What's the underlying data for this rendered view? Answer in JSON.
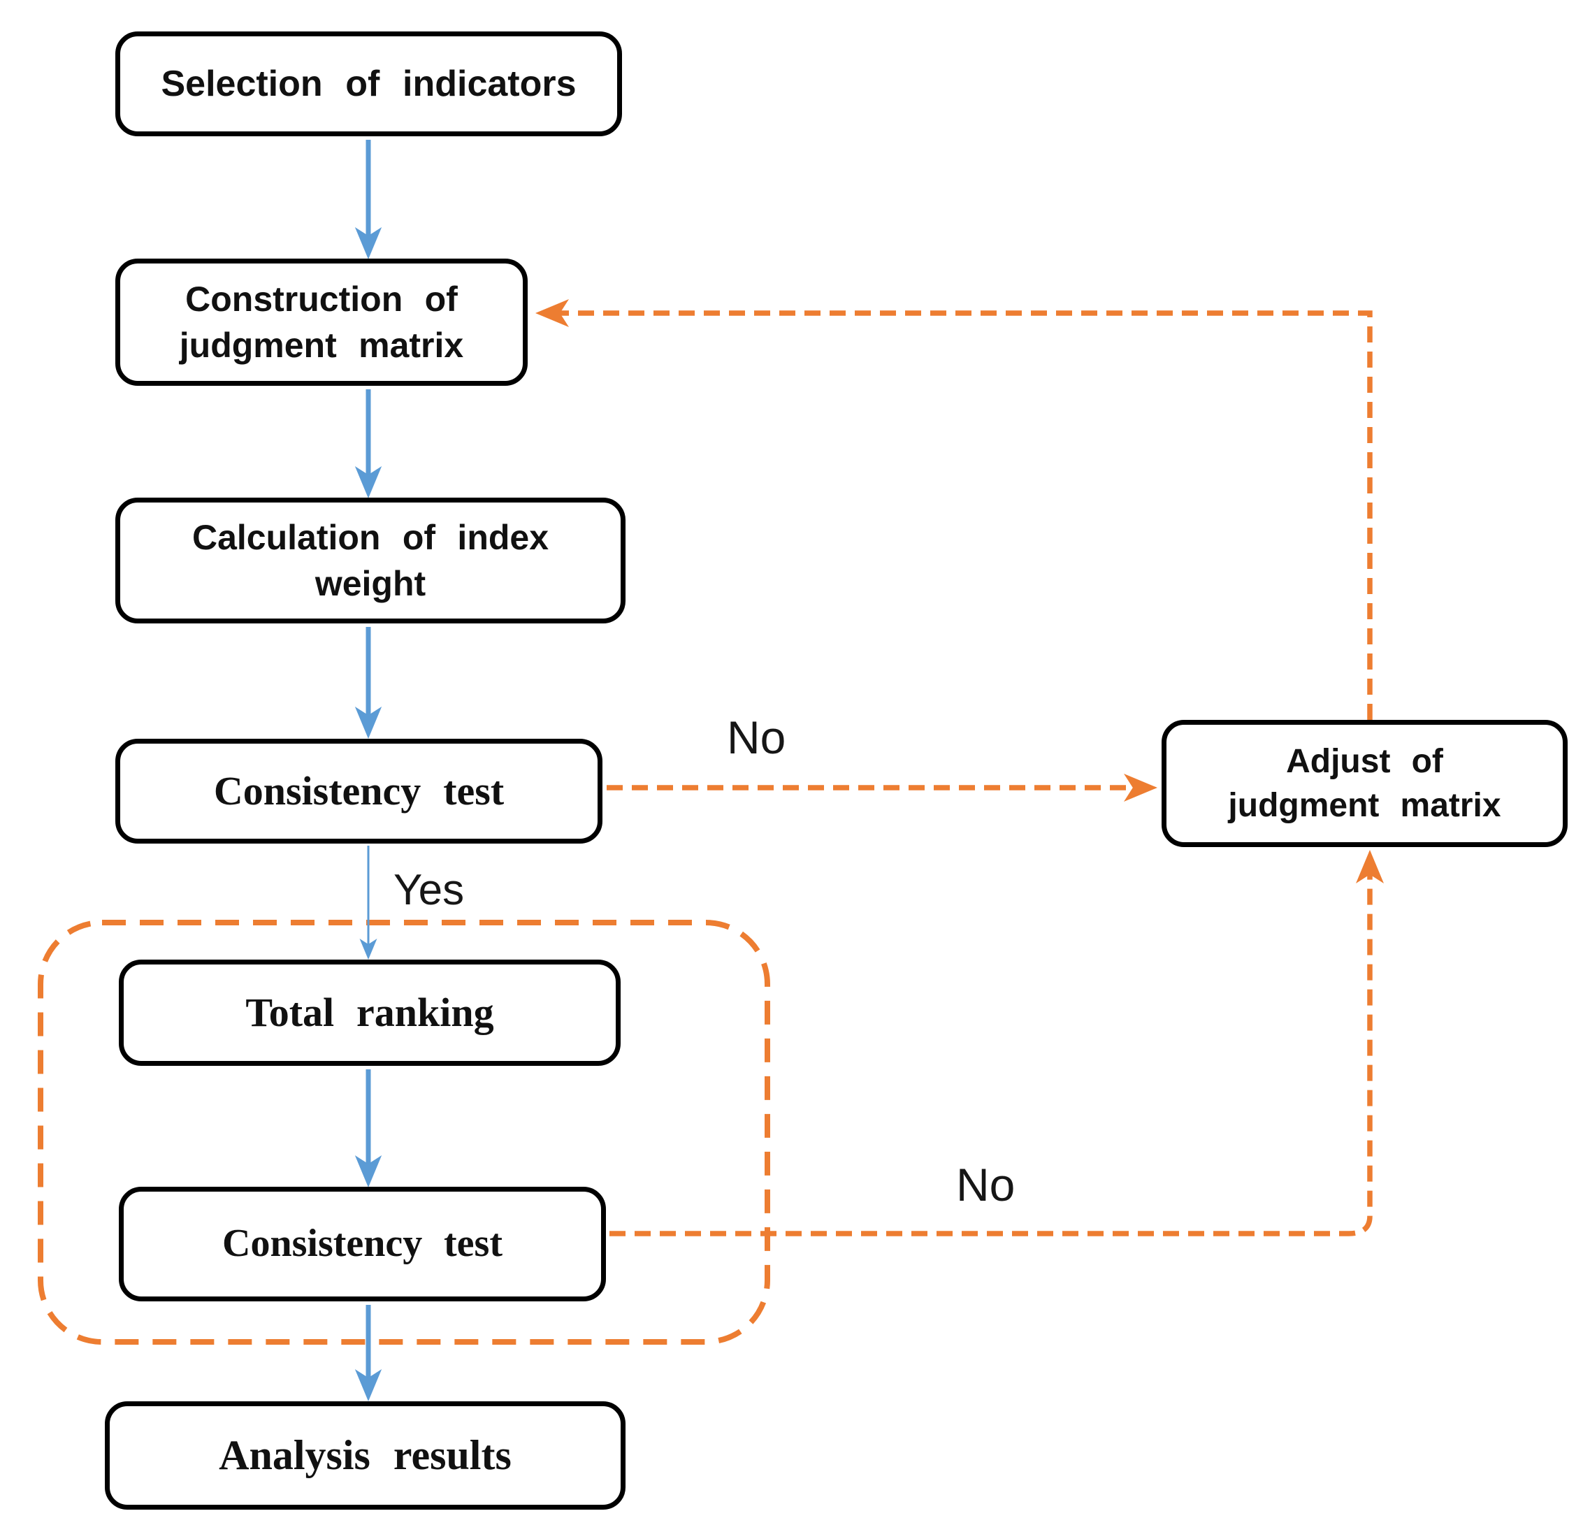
{
  "flowchart": {
    "nodes": {
      "selection": {
        "label": "Selection of indicators"
      },
      "construction": {
        "label": "Construction of\njudgment matrix"
      },
      "calculation": {
        "label": "Calculation of index\nweight"
      },
      "consistency1": {
        "label": "Consistency test"
      },
      "total_ranking": {
        "label": "Total ranking"
      },
      "consistency2": {
        "label": "Consistency test"
      },
      "analysis": {
        "label": "Analysis results"
      },
      "adjust": {
        "label": "Adjust of\njudgment matrix"
      }
    },
    "edge_labels": {
      "yes": "Yes",
      "no_top": "No",
      "no_bottom": "No"
    },
    "colors": {
      "flow_arrow_blue": "#5B9BD5",
      "feedback_orange": "#ED7D31",
      "box_border": "#000000",
      "text": "#111111"
    }
  }
}
